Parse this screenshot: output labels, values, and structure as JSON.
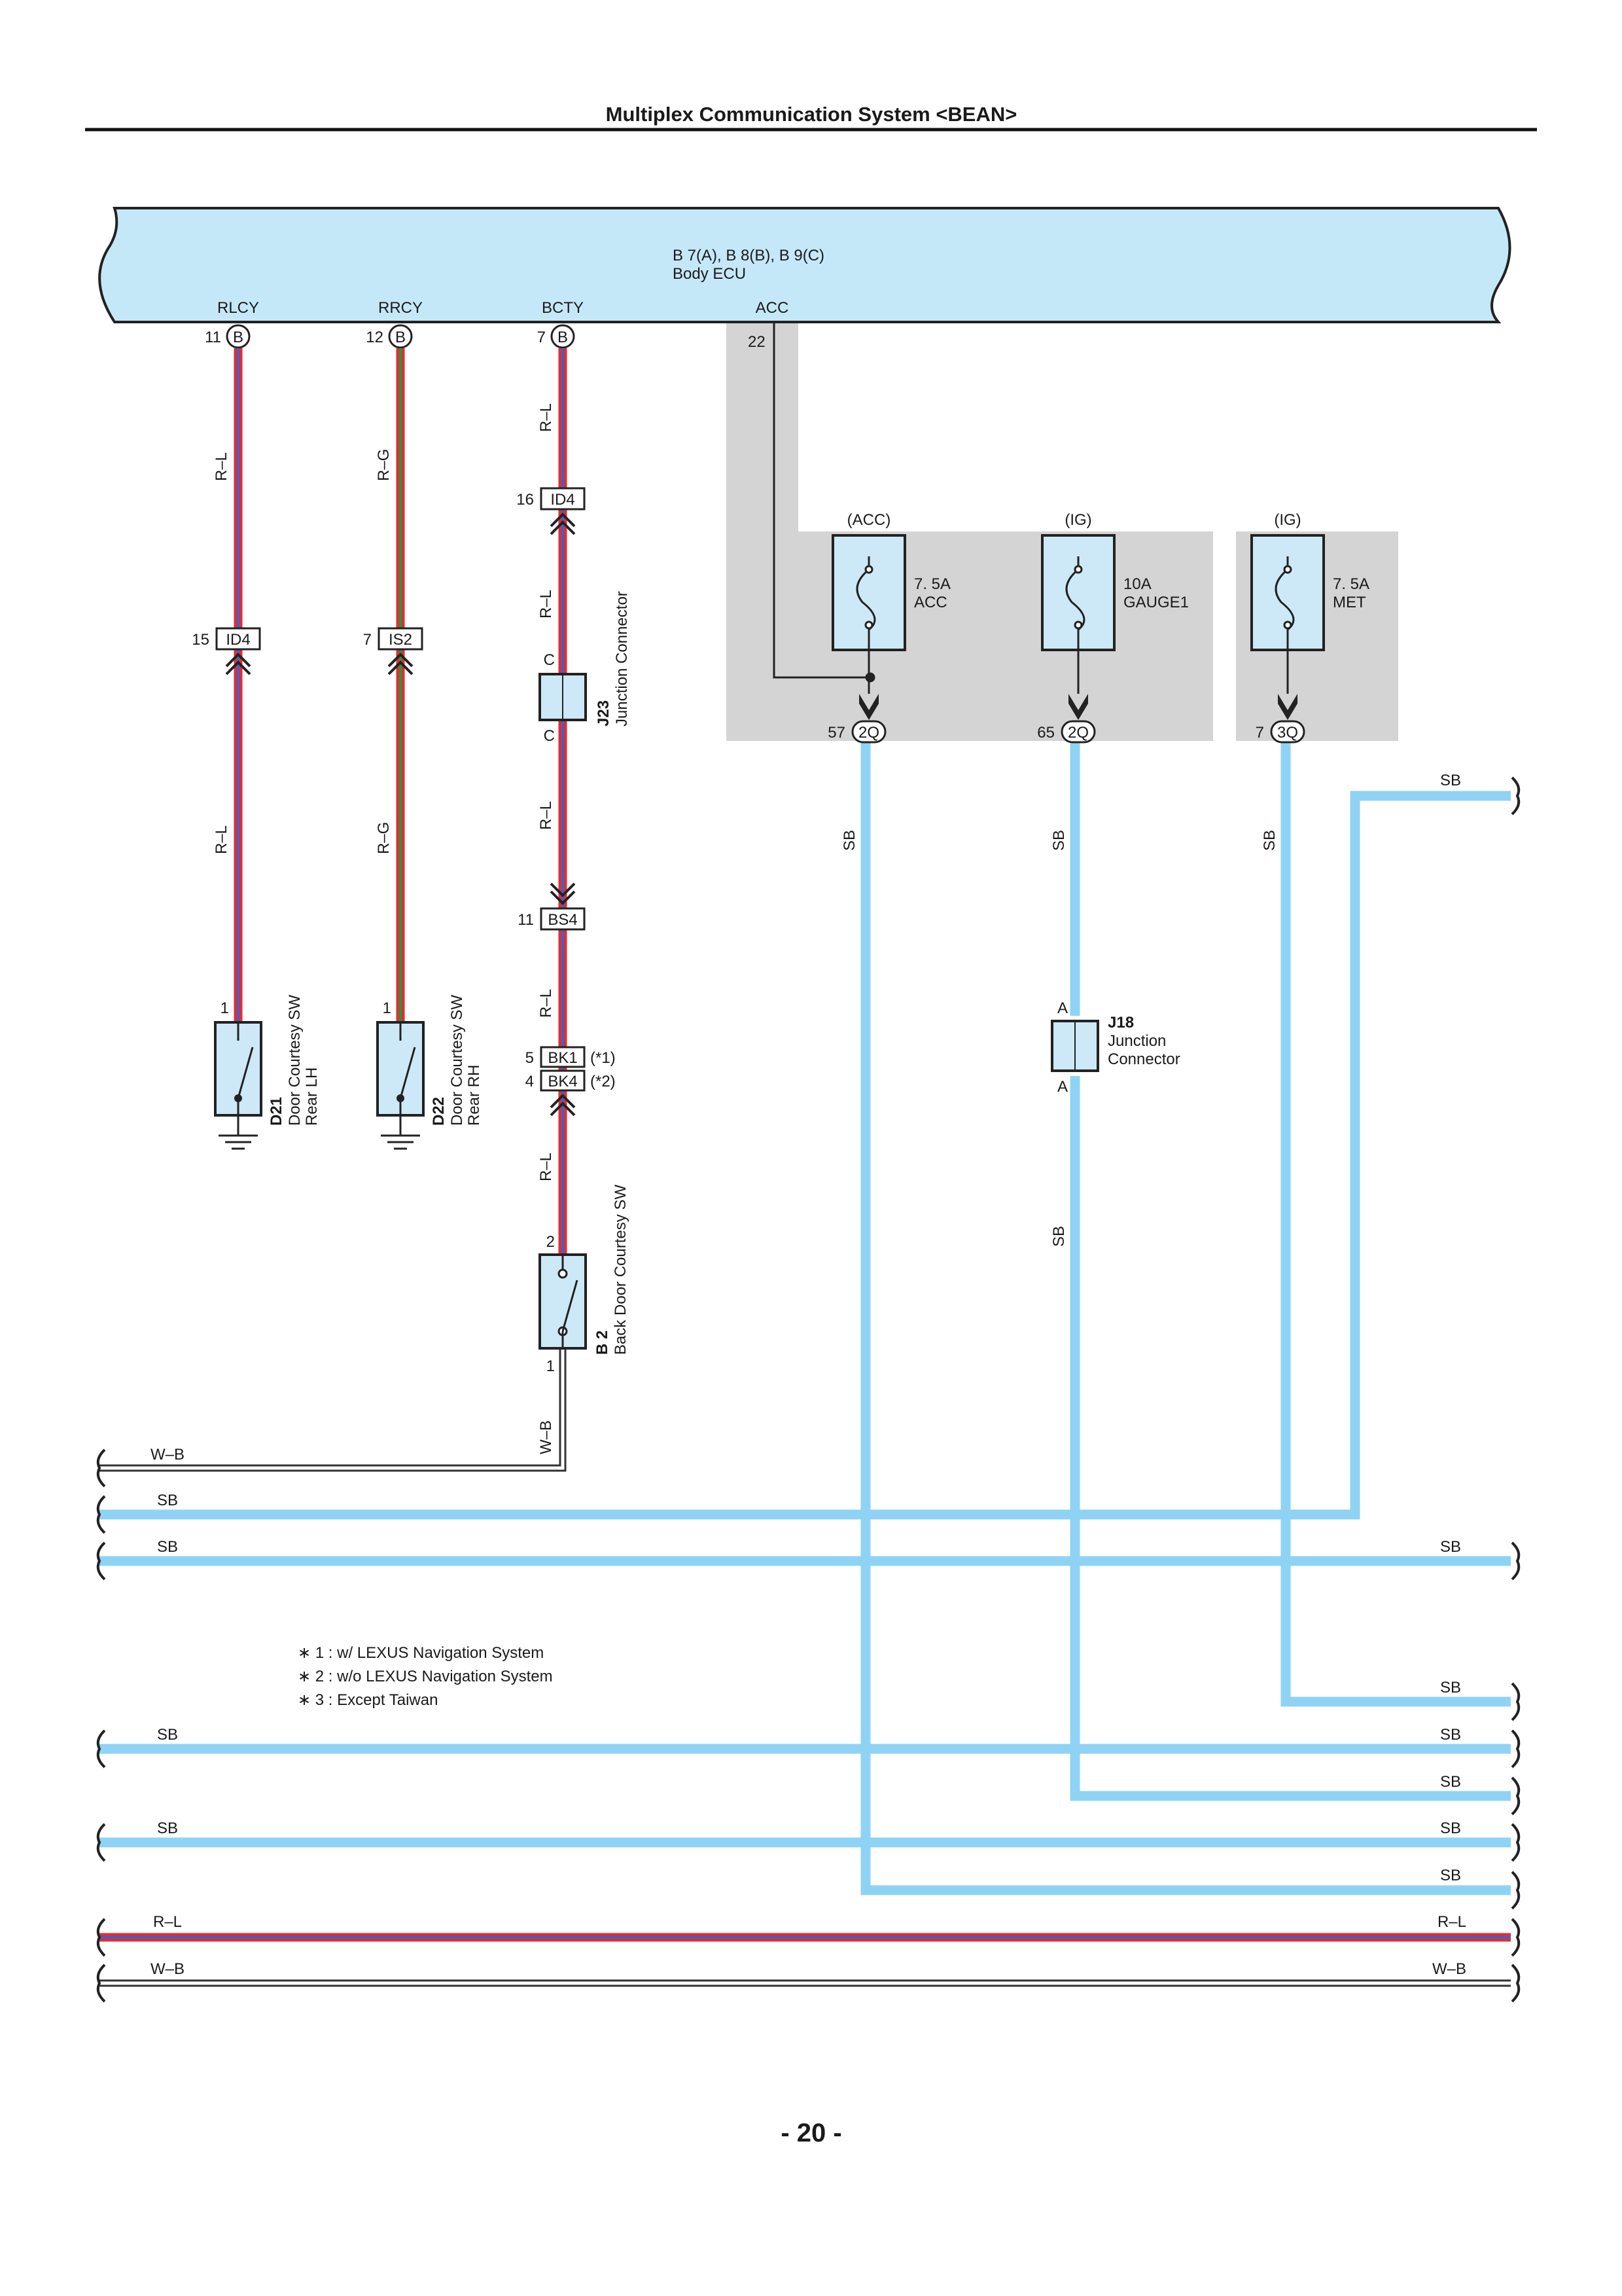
{
  "page_title": "Multiplex Communication System <BEAN>",
  "page_number": "- 20 -",
  "colors": {
    "ecu_fill": "#c5e8f8",
    "sb_wire": "#8fd3f4",
    "red_wire": "#e52b32",
    "blue_wire": "#3a64c8",
    "green_wire": "#1e9a3c",
    "gray_area": "#d4d4d4",
    "component_fill": "#cde9f7"
  },
  "ecu": {
    "title": "B 7(A), B 8(B), B 9(C)",
    "name": "Body ECU",
    "terminals": [
      {
        "name": "RLCY",
        "pin": "11",
        "connector": "B"
      },
      {
        "name": "RRCY",
        "pin": "12",
        "connector": "B"
      },
      {
        "name": "BCTY",
        "pin": "7",
        "connector": "B"
      },
      {
        "name": "ACC",
        "pin": "22"
      }
    ]
  },
  "fuses": [
    {
      "group": "(ACC)",
      "rating": "7. 5A",
      "name": "ACC",
      "pin": "57",
      "connector": "2Q"
    },
    {
      "group": "(IG)",
      "rating": "10A",
      "name": "GAUGE1",
      "pin": "65",
      "connector": "2Q"
    },
    {
      "group": "(IG)",
      "rating": "7. 5A",
      "name": "MET",
      "pin": "7",
      "connector": "3Q"
    }
  ],
  "connectors": {
    "id4_left": {
      "pin": "15",
      "name": "ID4"
    },
    "is2": {
      "pin": "7",
      "name": "IS2"
    },
    "id4_mid": {
      "pin": "16",
      "name": "ID4"
    },
    "bs4": {
      "pin": "11",
      "name": "BS4"
    },
    "bk1": {
      "pin": "5",
      "name": "BK1",
      "note": "(*1)"
    },
    "bk4": {
      "pin": "4",
      "name": "BK4",
      "note": "(*2)"
    }
  },
  "components": {
    "d21": {
      "code": "D21",
      "name": "Door Courtesy SW",
      "sub": "Rear LH",
      "pin": "1"
    },
    "d22": {
      "code": "D22",
      "name": "Door Courtesy SW",
      "sub": "Rear RH",
      "pin": "1"
    },
    "b2": {
      "code": "B 2",
      "name": "Back Door Courtesy SW",
      "pin_top": "2",
      "pin_bottom": "1"
    },
    "j23": {
      "code": "J23",
      "name": "Junction Connector",
      "pin_top": "C",
      "pin_bottom": "C"
    },
    "j18": {
      "code": "J18",
      "name1": "Junction",
      "name2": "Connector",
      "pin_top": "A",
      "pin_bottom": "A"
    }
  },
  "wire_labels": {
    "rl": "R–L",
    "rg": "R–G",
    "sb": "SB",
    "wb": "W–B"
  },
  "notes": [
    "∗ 1 : w/ LEXUS Navigation System",
    "∗ 2 : w/o LEXUS Navigation System",
    "∗ 3 : Except Taiwan"
  ]
}
